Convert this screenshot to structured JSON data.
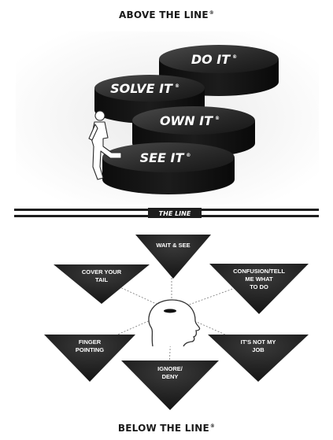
{
  "headings": {
    "above": "ABOVE THE LINE",
    "below": "BELOW THE LINE",
    "mark": "®"
  },
  "steps": [
    {
      "label": "DO IT"
    },
    {
      "label": "SOLVE IT"
    },
    {
      "label": "OWN IT"
    },
    {
      "label": "SEE IT"
    }
  ],
  "step_mark": "®",
  "divider": {
    "label": "THE LINE"
  },
  "below_items": [
    {
      "lines": [
        "WAIT & SEE"
      ]
    },
    {
      "lines": [
        "COVER YOUR",
        "TAIL"
      ]
    },
    {
      "lines": [
        "CONFUSION/TELL",
        "ME WHAT",
        "TO DO"
      ]
    },
    {
      "lines": [
        "FINGER",
        "POINTING"
      ]
    },
    {
      "lines": [
        "IT'S NOT MY",
        "JOB"
      ]
    },
    {
      "lines": [
        "IGNORE/",
        "DENY"
      ]
    }
  ],
  "colors": {
    "background": "#ffffff",
    "puck_top": "#2c2c2c",
    "puck_side": "#111111",
    "triangle": "#1e1e1e",
    "text_dark": "#1a1a1a",
    "text_light": "#ffffff"
  }
}
